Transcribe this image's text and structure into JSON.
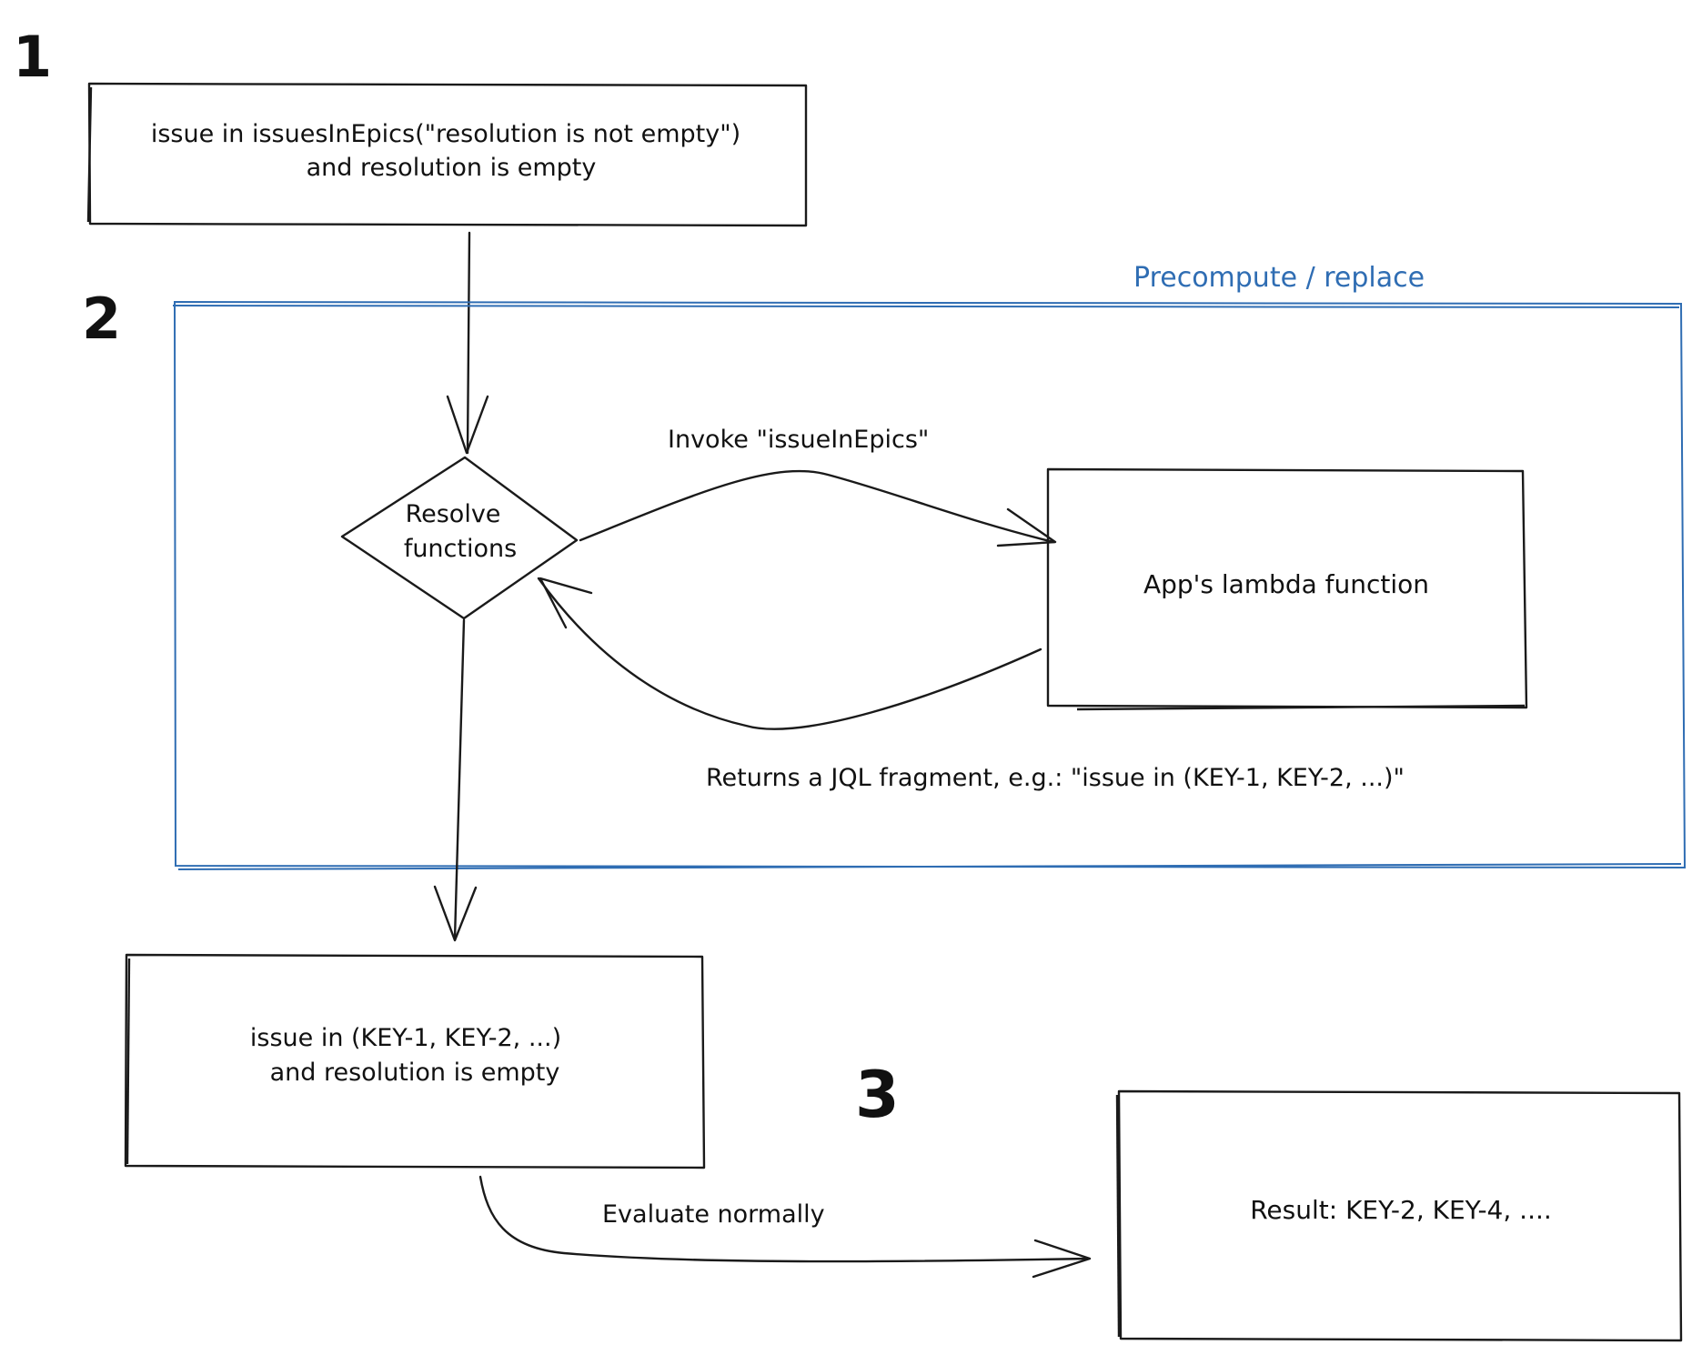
{
  "steps": {
    "step1": "1",
    "step2": "2",
    "step3": "3"
  },
  "boxes": {
    "query_original_line1": "issue in issuesInEpics(\"resolution is not empty\")",
    "query_original_line2": "and resolution is empty",
    "resolve_line1": "Resolve",
    "resolve_line2": "functions",
    "lambda": "App's lambda function",
    "query_resolved_line1": "issue in (KEY-1, KEY-2, ...)",
    "query_resolved_line2": "and resolution is empty",
    "result": "Result: KEY-2, KEY-4, ...."
  },
  "group": {
    "label": "Precompute / replace",
    "color": "#2f6db3"
  },
  "edges": {
    "invoke": "Invoke \"issueInEpics\"",
    "returns": "Returns a JQL fragment, e.g.: \"issue in (KEY-1, KEY-2, ...)\"",
    "evaluate": "Evaluate normally"
  }
}
